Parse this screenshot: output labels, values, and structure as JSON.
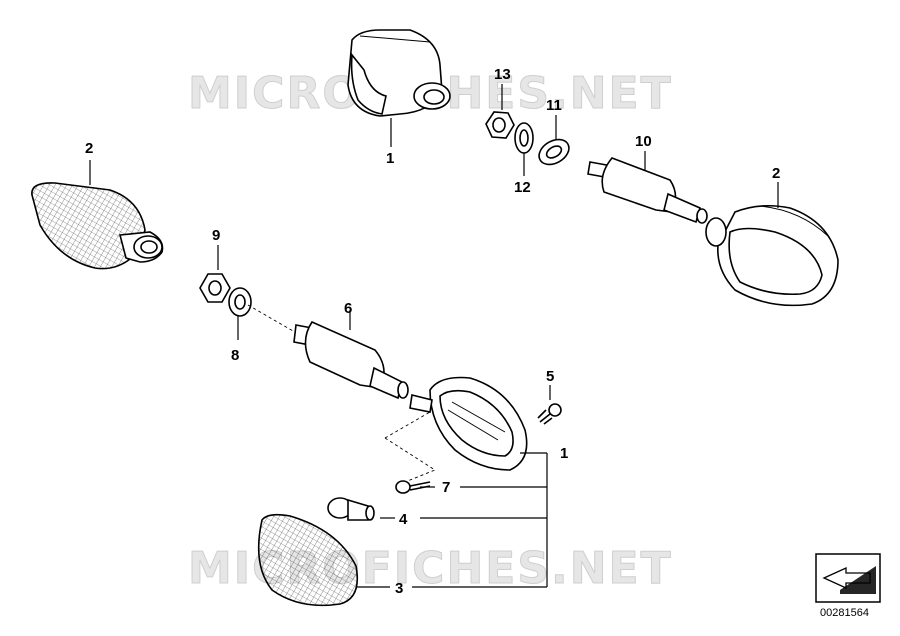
{
  "watermark": {
    "top": "MICROFICHES.NET",
    "bottom": "MICROFICHES.NET"
  },
  "callouts": {
    "p1_top": "1",
    "p2_left": "2",
    "p2_right": "2",
    "p3": "3",
    "p4": "4",
    "p5": "5",
    "p6": "6",
    "p7": "7",
    "p8": "8",
    "p9": "9",
    "p10": "10",
    "p11": "11",
    "p12": "12",
    "p13": "13",
    "p1_right": "1"
  },
  "reference_number": "00281564",
  "colors": {
    "line": "#000000",
    "watermark": "#d9d9d9",
    "background": "#ffffff"
  }
}
